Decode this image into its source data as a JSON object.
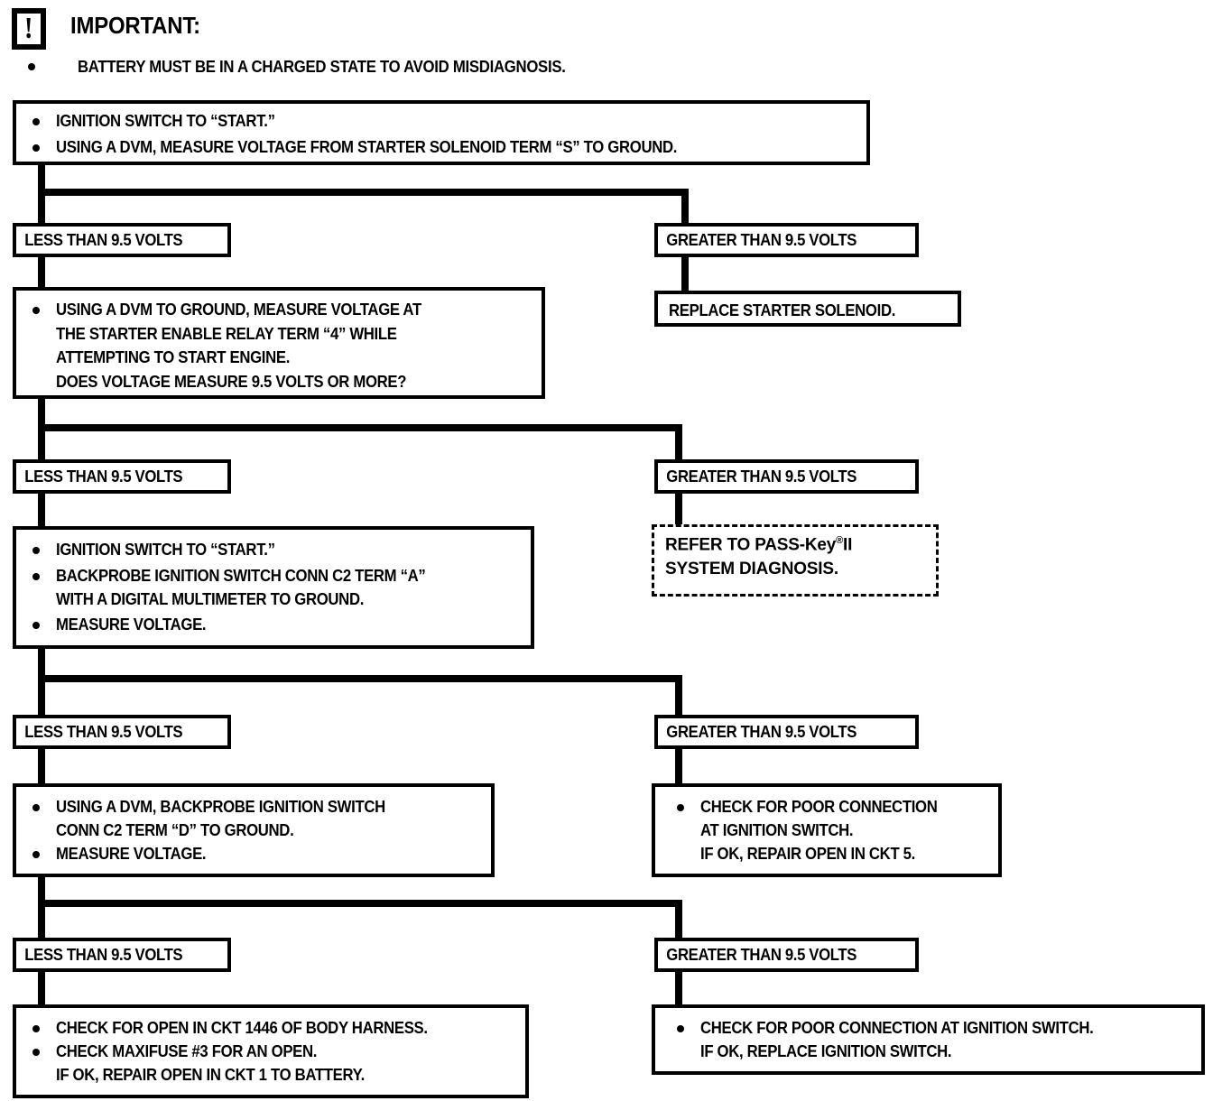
{
  "header": {
    "icon_name": "important-exclamation-icon",
    "icon_glyph": "!",
    "title": "IMPORTANT:",
    "note": "BATTERY MUST BE IN A CHARGED STATE TO AVOID MISDIAGNOSIS."
  },
  "labels": {
    "less_than": "LESS THAN 9.5 VOLTS",
    "greater_than": "GREATER THAN 9.5 VOLTS"
  },
  "steps": {
    "step1": {
      "line1": "IGNITION SWITCH TO “START.”",
      "line2": "USING A DVM, MEASURE VOLTAGE FROM STARTER SOLENOID TERM “S” TO GROUND."
    },
    "step2": {
      "line1": "USING A DVM TO GROUND, MEASURE VOLTAGE AT",
      "line2": "THE STARTER ENABLE RELAY TERM “4” WHILE",
      "line3": "ATTEMPTING TO START ENGINE.",
      "line4": "DOES VOLTAGE MEASURE 9.5 VOLTS OR MORE?"
    },
    "step3": {
      "line1": "IGNITION SWITCH TO “START.”",
      "line2": "BACKPROBE IGNITION SWITCH CONN C2 TERM “A”",
      "line3": "WITH A DIGITAL MULTIMETER TO GROUND.",
      "line4": "MEASURE VOLTAGE."
    },
    "step4": {
      "line1": "USING A DVM, BACKPROBE IGNITION SWITCH",
      "line2": "CONN C2 TERM “D” TO GROUND.",
      "line3": "MEASURE VOLTAGE."
    }
  },
  "results": {
    "replace_solenoid": {
      "line1": "REPLACE STARTER SOLENOID."
    },
    "passkey": {
      "line1_pre": "REFER TO PASS-Key",
      "line1_sup": "®",
      "line1_post": "II",
      "line2": "SYSTEM DIAGNOSIS."
    },
    "poor_connection_ckt5": {
      "line1": "CHECK FOR POOR CONNECTION",
      "line2": "AT IGNITION SWITCH.",
      "line3": "IF OK, REPAIR OPEN IN CKT 5."
    },
    "open_ckt1446": {
      "line1": "CHECK FOR OPEN IN CKT 1446 OF BODY HARNESS.",
      "line2": "CHECK MAXIFUSE #3 FOR AN OPEN.",
      "line3": "IF OK, REPAIR OPEN IN CKT 1 TO BATTERY."
    },
    "replace_ignition_switch": {
      "line1": "CHECK FOR POOR CONNECTION AT IGNITION SWITCH.",
      "line2": "IF OK, REPLACE IGNITION SWITCH."
    }
  },
  "colors": {
    "ink": "#000000",
    "paper": "#ffffff"
  }
}
